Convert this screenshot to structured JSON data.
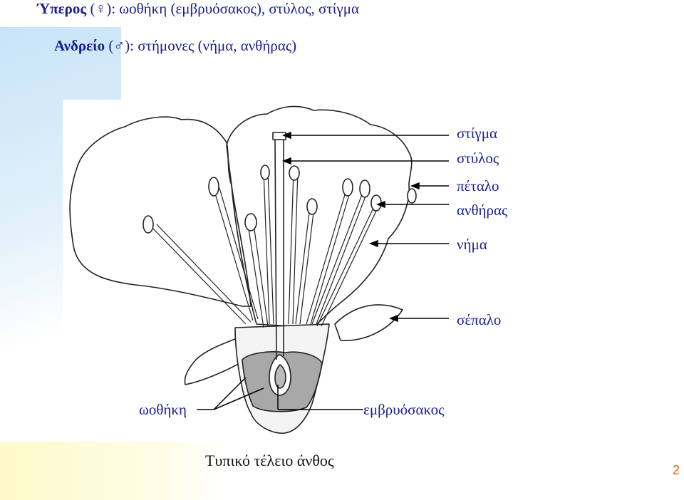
{
  "header": {
    "line1_bold": "Ύπερος",
    "line1_rest": " (♀): ωοθήκη (εμβρυόσακος), στύλος, στίγμα",
    "line2_bold": "Ανδρείο",
    "line2_rest": " (♂): στήμονες (νήμα, ανθήρας)"
  },
  "labels": {
    "stigma": "στίγμα",
    "style": "στύλος",
    "petal": "πέταλο",
    "anther": "ανθήρας",
    "filament": "νήμα",
    "sepal": "σέπαλο",
    "ovary": "ωοθήκη",
    "embryo_sac": "εμβρυόσακος"
  },
  "caption": "Τυπικό τέλειο άνθος",
  "page_number": "2",
  "colors": {
    "text_blue": "#1a1f8c",
    "page_number": "#e06a1a"
  }
}
